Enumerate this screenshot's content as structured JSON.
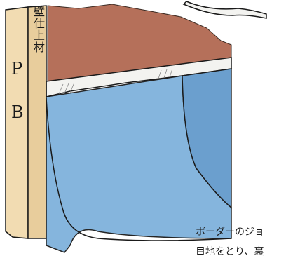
{
  "illustration": {
    "wall_finish_label": "壁仕上材",
    "board_label_top": "P",
    "board_label_bottom": "B",
    "caption_line1": "ボーダーのジョ",
    "caption_line2": "目地をとり、裏",
    "colors": {
      "wall_finish": "#b5705a",
      "board": "#f2dcb2",
      "sheet": "#7fb2dc",
      "sheet_dark": "#5b95c9",
      "edge_white": "#f3f3f0",
      "ink": "#1a1a1a"
    }
  }
}
